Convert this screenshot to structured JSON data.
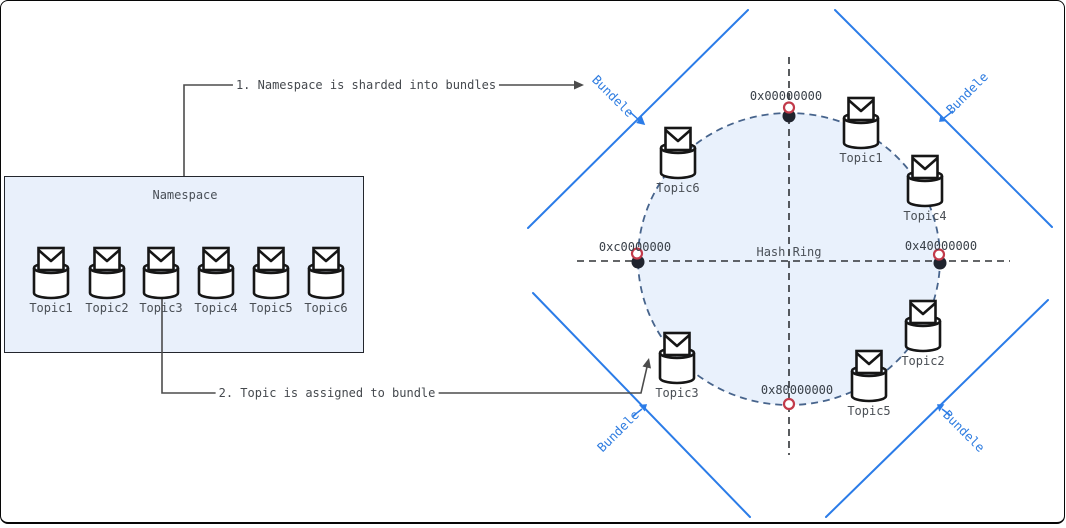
{
  "annotations": {
    "step1": "1. Namespace is sharded into bundles",
    "step2": "2. Topic is assigned to bundle"
  },
  "namespace_box": {
    "title": "Namespace",
    "topics": [
      "Topic1",
      "Topic2",
      "Topic3",
      "Topic4",
      "Topic5",
      "Topic6"
    ]
  },
  "hash_ring": {
    "label": "Hash Ring",
    "marks": {
      "top": "0x00000000",
      "right": "0x40000000",
      "bottom": "0x80000000",
      "left": "0xc0000000"
    },
    "topics": [
      "Topic6",
      "Topic1",
      "Topic4",
      "Topic2",
      "Topic5",
      "Topic3"
    ]
  },
  "bundle": {
    "label": "Bundele"
  },
  "colors": {
    "bundle_line_blue": "#2b7ce8",
    "ring_stroke": "#47648c",
    "ring_fill": "#e9f1fc",
    "namespace_box_fill": "#e9f0fb",
    "marker_red": "#c23a4a",
    "marker_dark": "#20242e",
    "arrow_gray": "#4c4c4c"
  }
}
